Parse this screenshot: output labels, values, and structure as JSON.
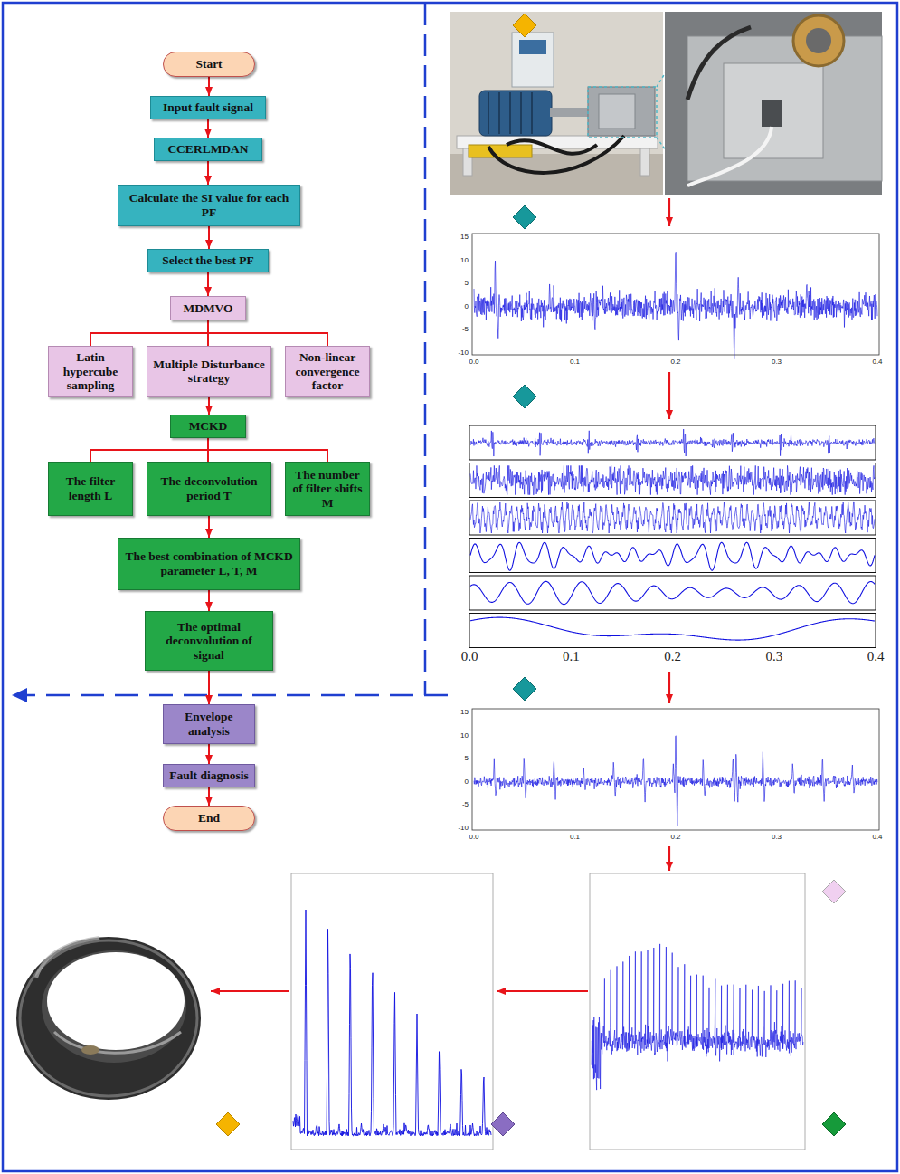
{
  "diagram": {
    "nodes": [
      {
        "text": [
          "Start"
        ]
      },
      {
        "text": [
          "Input fault signal"
        ]
      },
      {
        "text": [
          "CCERLMDAN"
        ]
      },
      {
        "text": [
          "Calculate the SI value for each PF"
        ]
      },
      {
        "text": [
          "Select the best PF"
        ]
      },
      {
        "text": [
          "MDMVO"
        ]
      },
      {
        "text": [
          "Latin hypercube sampling"
        ]
      },
      {
        "text": [
          "Multiple Disturbance strategy"
        ]
      },
      {
        "text": [
          "Non-linear convergence factor"
        ]
      },
      {
        "text": [
          "MCKD"
        ]
      },
      {
        "text": [
          "The filter length L"
        ]
      },
      {
        "text": [
          "The deconvolution period T"
        ]
      },
      {
        "text": [
          "The number of filter shifts M"
        ]
      },
      {
        "text": [
          "The best combination of MCKD parameter L, T, M"
        ]
      },
      {
        "text": [
          "The optimal deconvolution of signal"
        ]
      },
      {
        "text": [
          "Envelope analysis"
        ]
      },
      {
        "text": [
          "Fault diagnosis"
        ]
      },
      {
        "text": [
          "End"
        ]
      }
    ],
    "edges": [
      {
        "from": 0,
        "to": 1,
        "arrow": "to"
      },
      {
        "from": 1,
        "to": 2,
        "arrow": "to"
      },
      {
        "from": 2,
        "to": 3,
        "arrow": "to"
      },
      {
        "from": 3,
        "to": 4,
        "arrow": "to"
      },
      {
        "from": 4,
        "to": 5,
        "arrow": "to"
      },
      {
        "from": 5,
        "to": 6,
        "arrow": "none"
      },
      {
        "from": 5,
        "to": 7,
        "arrow": "none"
      },
      {
        "from": 5,
        "to": 8,
        "arrow": "none"
      },
      {
        "from": 7,
        "to": 9,
        "arrow": "to"
      },
      {
        "from": 9,
        "to": 10,
        "arrow": "none"
      },
      {
        "from": 9,
        "to": 11,
        "arrow": "none"
      },
      {
        "from": 9,
        "to": 12,
        "arrow": "none"
      },
      {
        "from": 11,
        "to": 13,
        "arrow": "to"
      },
      {
        "from": 13,
        "to": 14,
        "arrow": "to"
      },
      {
        "from": 14,
        "to": 15,
        "arrow": "to"
      },
      {
        "from": 15,
        "to": 16,
        "arrow": "to"
      },
      {
        "from": 16,
        "to": 17,
        "arrow": "to"
      }
    ],
    "labels": [
      "15",
      "10",
      "5",
      "0",
      "-5",
      "-10",
      "0.0",
      "0.1",
      "0.2",
      "0.3",
      "0.4",
      "0.0",
      "0.1",
      "0.2",
      "0.3",
      "0.4",
      "15",
      "10",
      "5",
      "0",
      "-5",
      "-10",
      "0.0",
      "0.1",
      "0.2",
      "0.3",
      "0.4"
    ]
  }
}
